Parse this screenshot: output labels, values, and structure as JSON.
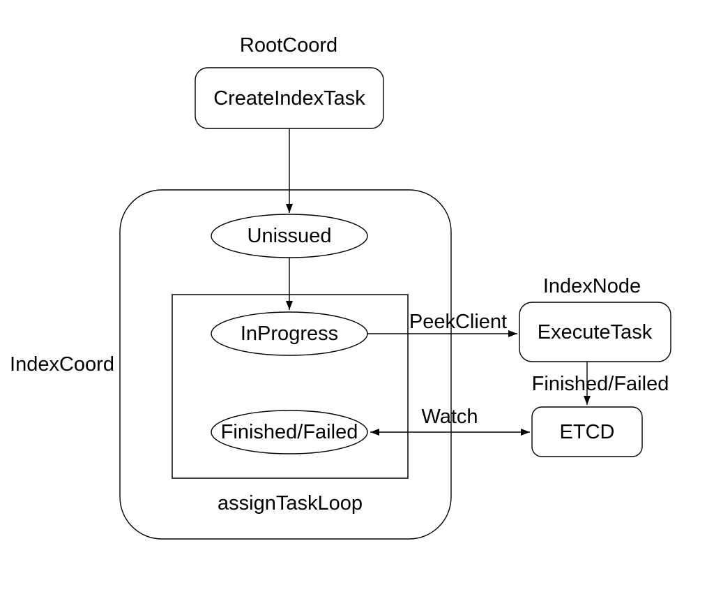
{
  "canvas": {
    "background_color": "#ffffff",
    "stroke_color": "#000000",
    "text_color": "#000000"
  },
  "group_labels": {
    "root_coord": "RootCoord",
    "index_coord": "IndexCoord",
    "index_node": "IndexNode",
    "assign_task_loop": "assignTaskLoop"
  },
  "nodes": {
    "create_index_task": "CreateIndexTask",
    "unissued": "Unissued",
    "in_progress": "InProgress",
    "finished_failed": "Finished/Failed",
    "execute_task": "ExecuteTask",
    "etcd": "ETCD"
  },
  "edge_labels": {
    "peek_client": "PeekClient",
    "finished_failed": "Finished/Failed",
    "watch": "Watch"
  }
}
